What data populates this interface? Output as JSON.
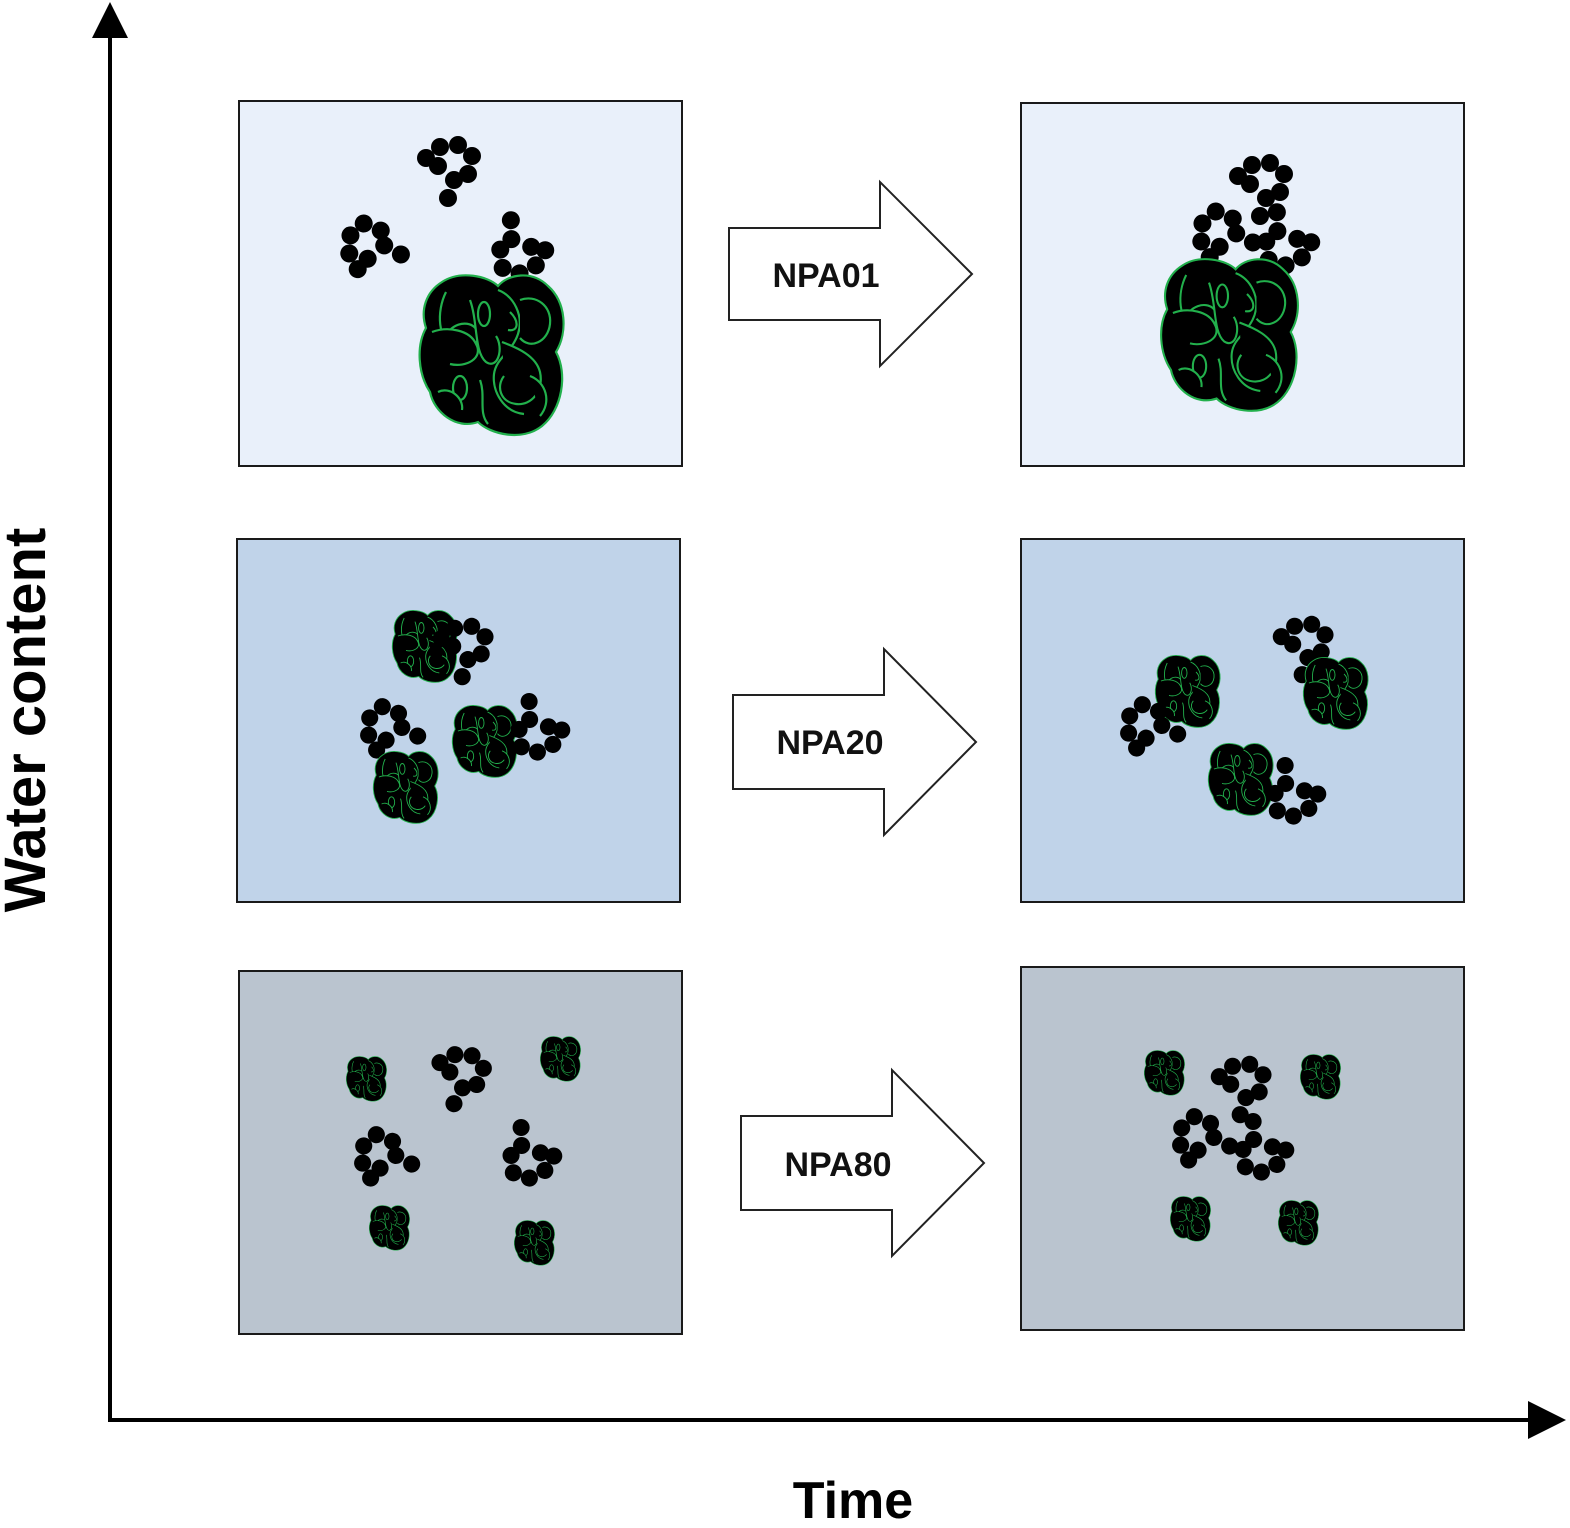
{
  "axes": {
    "y_title": "Water content",
    "x_title": "Time"
  },
  "rows": [
    {
      "label": "NPA01",
      "panel_color": "#e9f0fa"
    },
    {
      "label": "NPA20",
      "panel_color": "#c0d3e9"
    },
    {
      "label": "NPA80",
      "panel_color": "#bac4cf"
    }
  ],
  "colors": {
    "particle": "#000000",
    "polymer": "#22b04c",
    "panel_border": "#1a1a1a",
    "axis": "#000000"
  },
  "icons": {
    "particle_cluster": "black-nanoparticle-cluster-icon",
    "polymer_coil": "green-polymer-coil-icon"
  }
}
